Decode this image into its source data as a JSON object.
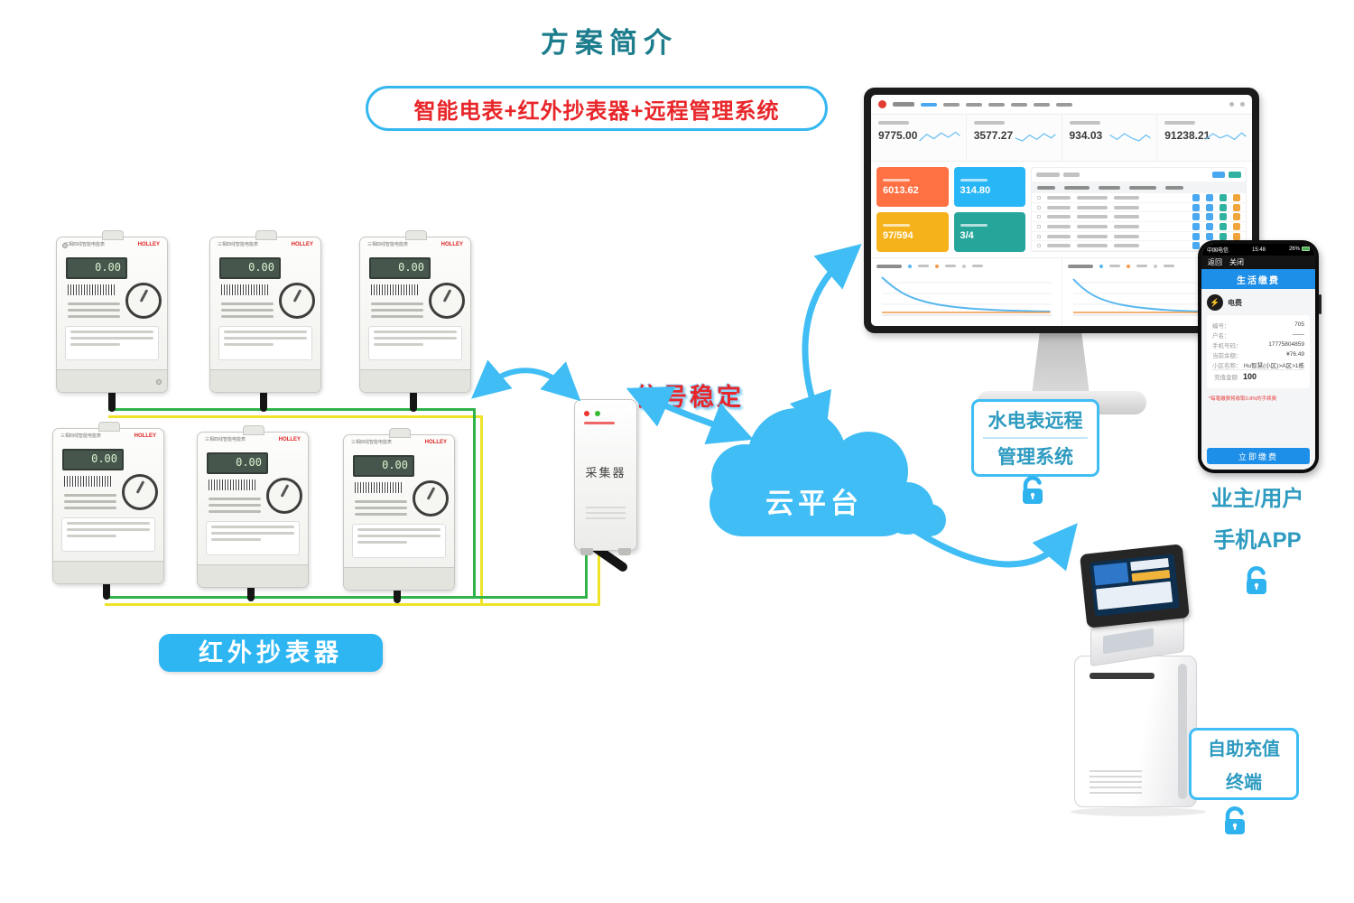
{
  "title": "方案简介",
  "banner": "智能电表+红外抄表器+远程管理系统",
  "colors": {
    "accent_blue": "#3fbdf4",
    "title_teal": "#1d7d8d",
    "alert_red": "#e8262a",
    "label_teal": "#2e9bc0"
  },
  "meter": {
    "model": "三相四线智能电能表",
    "brand": "HOLLEY",
    "lcd": "0.00"
  },
  "collector": {
    "label": "采集器"
  },
  "signal_label": "信号稳定",
  "cloud_label": "云平台",
  "reader_label": "红外抄表器",
  "mgmt_box": {
    "line1": "水电表远程",
    "line2": "管理系统"
  },
  "owner_label": {
    "line1": "业主/用户",
    "line2": "手机APP"
  },
  "kiosk_box": {
    "line1": "自助充值",
    "line2": "终端"
  },
  "dashboard": {
    "stats": [
      {
        "value": "9775.00"
      },
      {
        "value": "3577.27"
      },
      {
        "value": "934.03"
      },
      {
        "value": "91238.21"
      }
    ],
    "cards": [
      {
        "value": "6013.62",
        "color": "#ff7043"
      },
      {
        "value": "314.80",
        "color": "#29b6f6"
      },
      {
        "value": "97/594",
        "color": "#f6b21b"
      },
      {
        "value": "3/4",
        "color": "#26a69a"
      }
    ]
  },
  "phone": {
    "carrier": "中国电信",
    "time": "15:48",
    "battery": "26%",
    "back": "返回",
    "close": "关闭",
    "app_title": "生活缴费",
    "service": "电费",
    "bolt_icon": "⚡",
    "fields": [
      {
        "label": "编号：",
        "value": "705"
      },
      {
        "label": "户名：",
        "value": "——"
      },
      {
        "label": "手机号码：",
        "value": "17775804859"
      },
      {
        "label": "当前余额：",
        "value": "¥76.49"
      },
      {
        "label": "小区名称：",
        "value": "Hu智慧(小区)>A区>1栋"
      }
    ],
    "recharge_label": "充值金额",
    "recharge_value": "100",
    "note": "*每笔缴费将收取0.8%的手续费",
    "pay_button": "立即缴费"
  }
}
